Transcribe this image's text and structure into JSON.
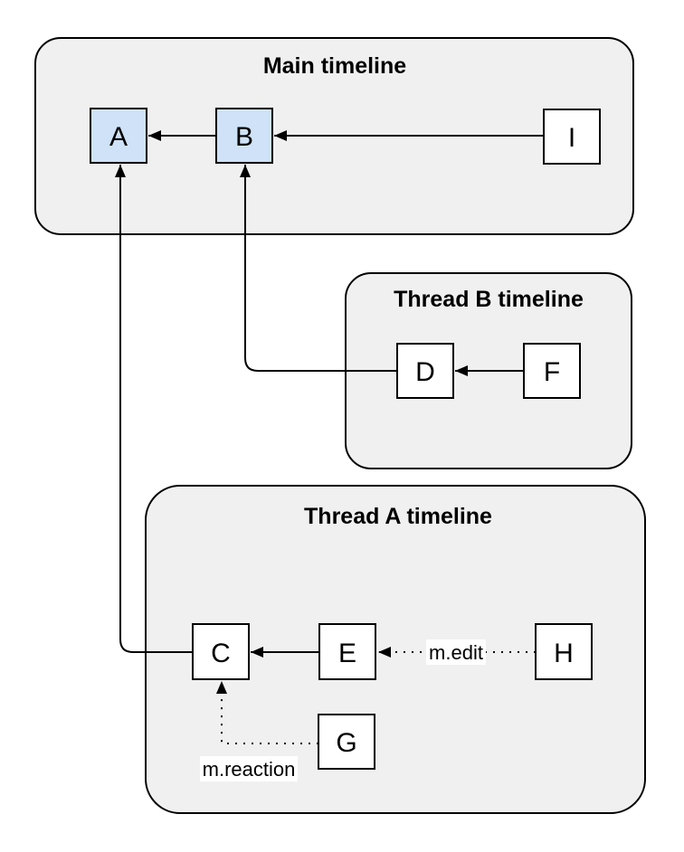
{
  "diagram": {
    "colors": {
      "background": "#ffffff",
      "group_fill": "#f0f0f0",
      "group_stroke": "#000000",
      "node_fill_highlight": "#cfe2f7",
      "node_fill_default": "#ffffff",
      "node_stroke": "#000000",
      "edge_color": "#000000",
      "edge_label_bg": "#ffffff"
    },
    "groups": [
      {
        "id": "main-timeline",
        "title": "Main timeline"
      },
      {
        "id": "thread-b-timeline",
        "title": "Thread B timeline"
      },
      {
        "id": "thread-a-timeline",
        "title": "Thread A timeline"
      }
    ],
    "nodes": [
      {
        "id": "A",
        "label": "A",
        "fill": "#cfe2f7",
        "group": "main-timeline"
      },
      {
        "id": "B",
        "label": "B",
        "fill": "#cfe2f7",
        "group": "main-timeline"
      },
      {
        "id": "I",
        "label": "I",
        "fill": "#ffffff",
        "group": "main-timeline"
      },
      {
        "id": "D",
        "label": "D",
        "fill": "#ffffff",
        "group": "thread-b-timeline"
      },
      {
        "id": "F",
        "label": "F",
        "fill": "#ffffff",
        "group": "thread-b-timeline"
      },
      {
        "id": "C",
        "label": "C",
        "fill": "#ffffff",
        "group": "thread-a-timeline"
      },
      {
        "id": "E",
        "label": "E",
        "fill": "#ffffff",
        "group": "thread-a-timeline"
      },
      {
        "id": "H",
        "label": "H",
        "fill": "#ffffff",
        "group": "thread-a-timeline"
      },
      {
        "id": "G",
        "label": "G",
        "fill": "#ffffff",
        "group": "thread-a-timeline"
      }
    ],
    "edges": [
      {
        "from": "B",
        "to": "A",
        "style": "solid"
      },
      {
        "from": "I",
        "to": "B",
        "style": "solid"
      },
      {
        "from": "F",
        "to": "D",
        "style": "solid"
      },
      {
        "from": "D",
        "to": "B",
        "style": "solid"
      },
      {
        "from": "E",
        "to": "C",
        "style": "solid"
      },
      {
        "from": "C",
        "to": "A",
        "style": "solid"
      },
      {
        "from": "H",
        "to": "E",
        "style": "dotted",
        "label": "m.edit"
      },
      {
        "from": "G",
        "to": "C",
        "style": "dotted",
        "label": "m.reaction"
      }
    ],
    "edge_labels": {
      "m_edit": "m.edit",
      "m_reaction": "m.reaction"
    }
  }
}
